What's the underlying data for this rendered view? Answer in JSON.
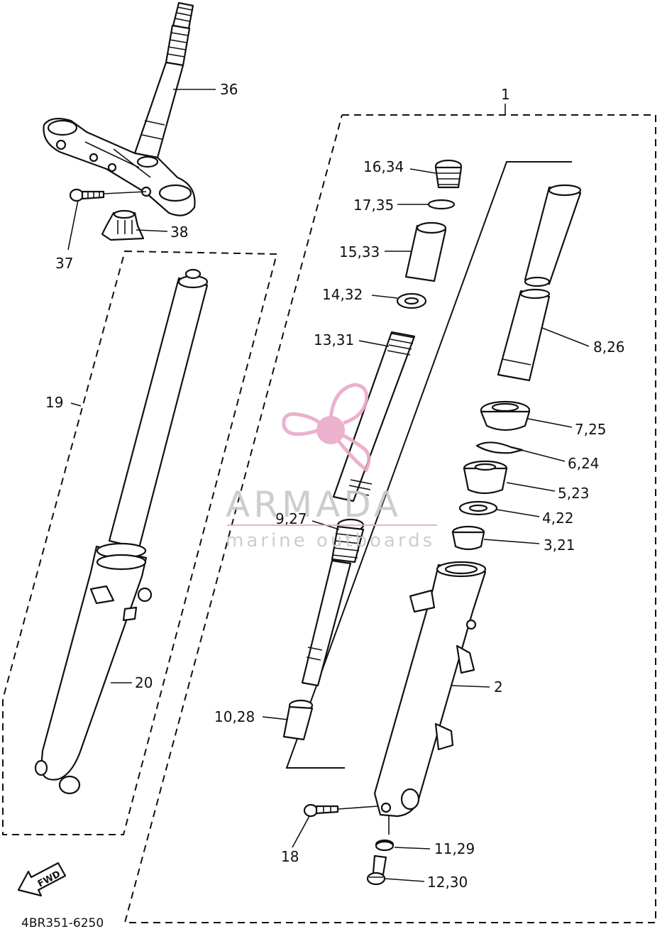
{
  "diagram": {
    "drawing_code": "4BR351-6250",
    "fwd_label": "FWD",
    "callouts": {
      "c1": "1",
      "c2": "2",
      "c3_21": "3,21",
      "c4_22": "4,22",
      "c5_23": "5,23",
      "c6_24": "6,24",
      "c7_25": "7,25",
      "c8_26": "8,26",
      "c9_27": "9,27",
      "c10_28": "10,28",
      "c11_29": "11,29",
      "c12_30": "12,30",
      "c13_31": "13,31",
      "c14_32": "14,32",
      "c15_33": "15,33",
      "c16_34": "16,34",
      "c17_35": "17,35",
      "c18": "18",
      "c19": "19",
      "c20": "20",
      "c36": "36",
      "c37": "37",
      "c38": "38"
    }
  },
  "watermark": {
    "brand": "ARMADA",
    "tagline": "marine outboards",
    "color": "#e9a9c8"
  }
}
